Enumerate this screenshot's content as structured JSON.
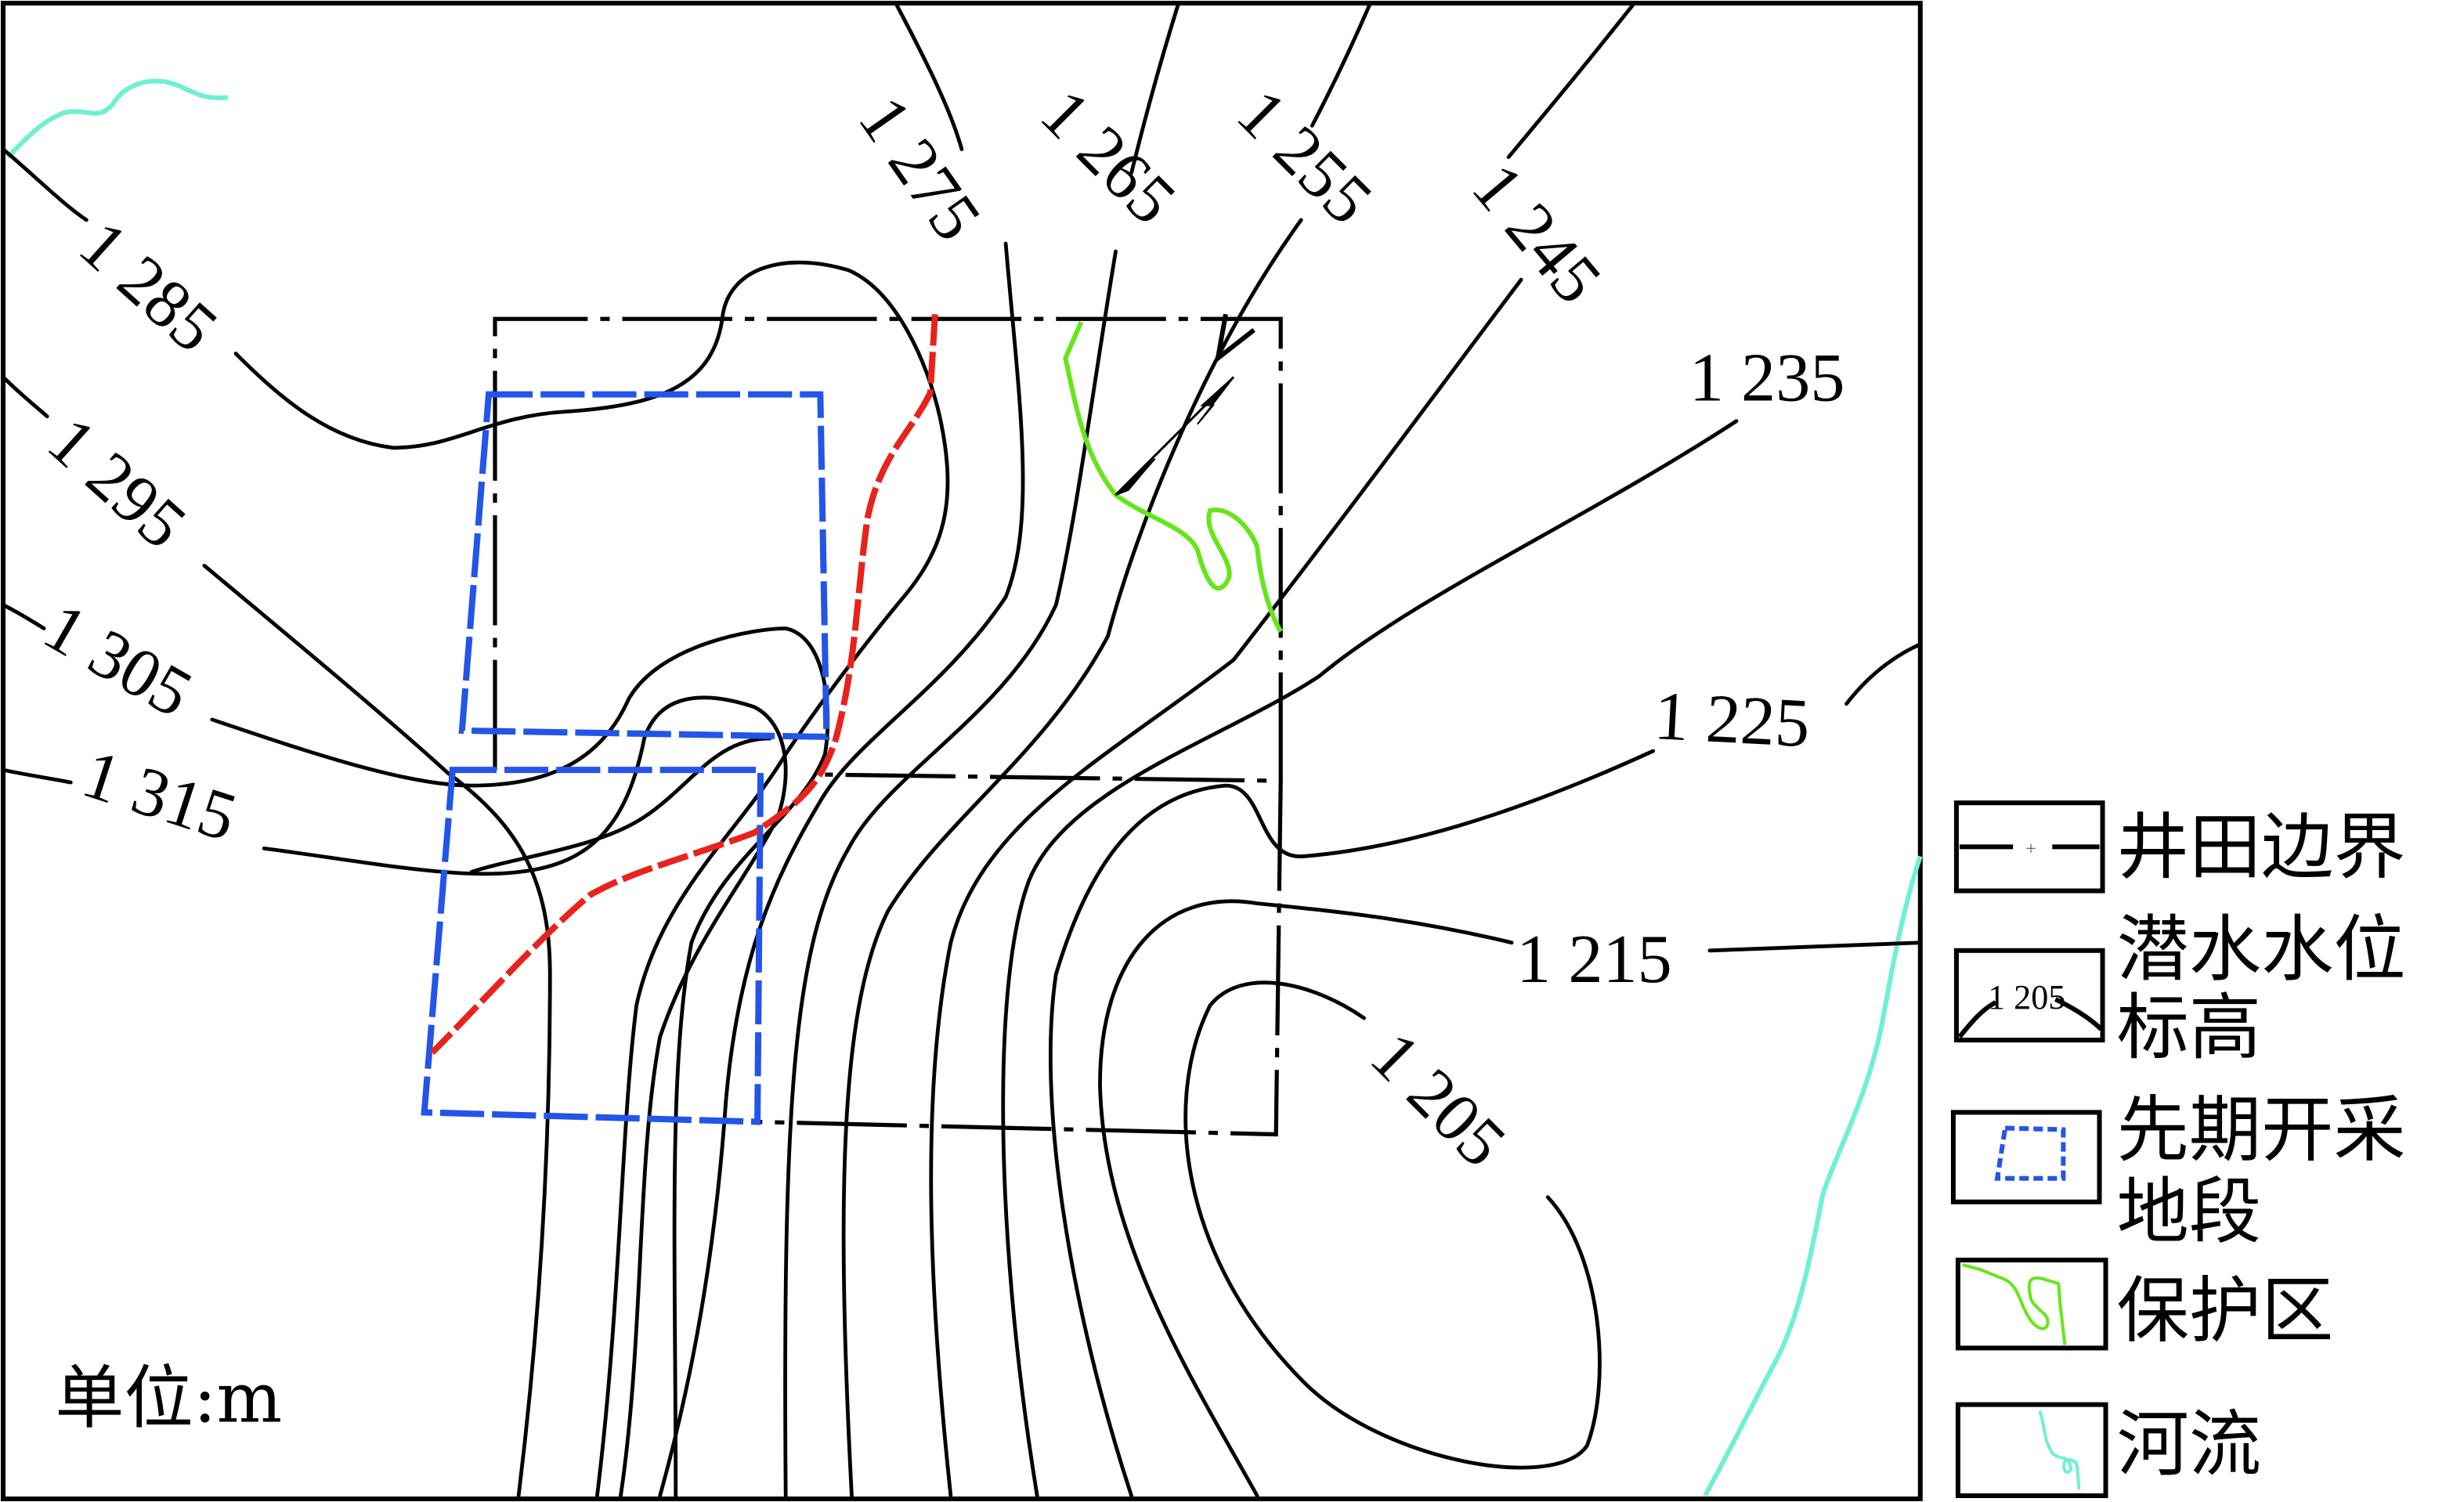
{
  "map": {
    "unit_label": "单位:m",
    "contour_labels": {
      "c1315": "1 315",
      "c1305": "1 305",
      "c1295": "1 295",
      "c1285": "1 285",
      "c1275": "1 275",
      "c1265": "1 265",
      "c1255": "1 255",
      "c1245": "1 245",
      "c1235": "1 235",
      "c1225": "1 225",
      "c1215": "1 215",
      "c1205": "1 205"
    },
    "colors": {
      "boundary": "#000000",
      "contour": "#000000",
      "early_mining": "#2255e8",
      "fault_line": "#e8231c",
      "protected_area": "#66e61a",
      "river": "#6ff0d2"
    }
  },
  "legend": {
    "items": [
      {
        "label": "井田边界",
        "icon": "mine-boundary-icon"
      },
      {
        "label": "潜水水位",
        "label2": "标高",
        "sample": "1 205",
        "icon": "water-level-contour-icon"
      },
      {
        "label": "先期开采",
        "label2": "地段",
        "icon": "early-mining-area-icon"
      },
      {
        "label": "保护区",
        "icon": "protected-area-icon"
      },
      {
        "label": "河流",
        "icon": "river-icon"
      }
    ]
  }
}
